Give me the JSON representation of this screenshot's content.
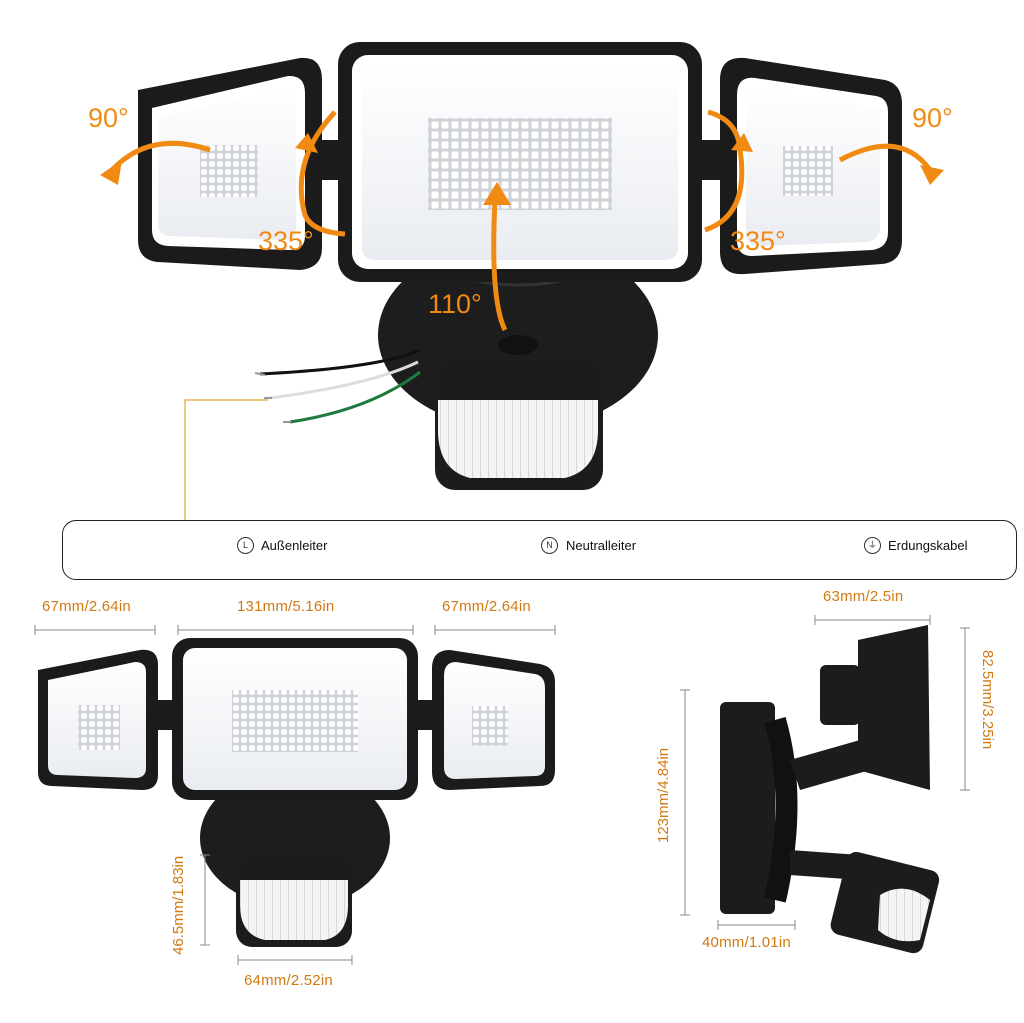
{
  "angles": {
    "left_tilt": "90°",
    "right_tilt": "90°",
    "left_rotate": "335°",
    "right_rotate": "335°",
    "center_tilt": "110°"
  },
  "wires": [
    {
      "symbol": "L",
      "label": "Außenleiter",
      "color": "#1a1a1a"
    },
    {
      "symbol": "N",
      "label": "Neutralleiter",
      "color": "#e8e8e8"
    },
    {
      "symbol": "⏚",
      "label": "Erdungskabel",
      "color": "#1f7a3f"
    }
  ],
  "dimensions": {
    "left_head_width": "67mm/2.64in",
    "center_head_width": "131mm/5.16in",
    "right_head_width": "67mm/2.64in",
    "sensor_height": "46.5mm/1.83in",
    "sensor_width": "64mm/2.52in",
    "side_head_depth": "63mm/2.5in",
    "side_head_height": "82.5mm/3.25in",
    "total_height": "123mm/4.84in",
    "base_depth": "40mm/1.01in"
  },
  "colors": {
    "accent": "#f08a12",
    "dimension": "#d27a12",
    "housing": "#1c1c1c",
    "led_panel": "#f3f5f8"
  }
}
